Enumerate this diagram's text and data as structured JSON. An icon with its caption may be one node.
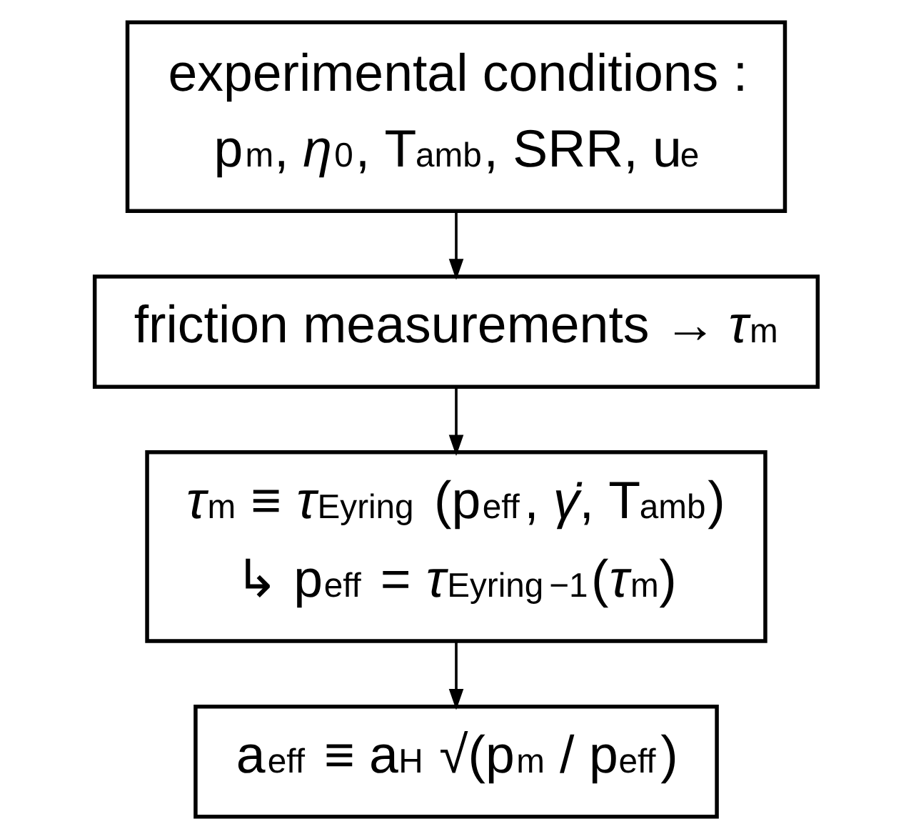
{
  "diagram": {
    "nodes": [
      {
        "text": [
          "experimental conditions :",
          "p$_{m}$, *η*$_{0}$, T$_{amb}$, SRR, u$_{e}$"
        ]
      },
      {
        "text": [
          "friction measurements → *τ*$_{m}$"
        ]
      },
      {
        "text": [
          "*τ*$_{m}$ ≡ *τ*$_{Eyring}$ (p$_{eff}$, *γ̇*, T$_{amb}$)",
          "↳ p$_{eff}$ = *τ*$_{Eyring}$$^{−1}$(*τ*$_{m}$)"
        ]
      },
      {
        "text": [
          "a$_{eff}$ ≡ a$_{H}$ √(p$_{m}$ / p$_{eff}$)"
        ]
      }
    ],
    "edges": [
      {
        "from": 0,
        "to": 1,
        "arrow": "to"
      },
      {
        "from": 1,
        "to": 2,
        "arrow": "to"
      },
      {
        "from": 2,
        "to": 3,
        "arrow": "to"
      }
    ]
  }
}
